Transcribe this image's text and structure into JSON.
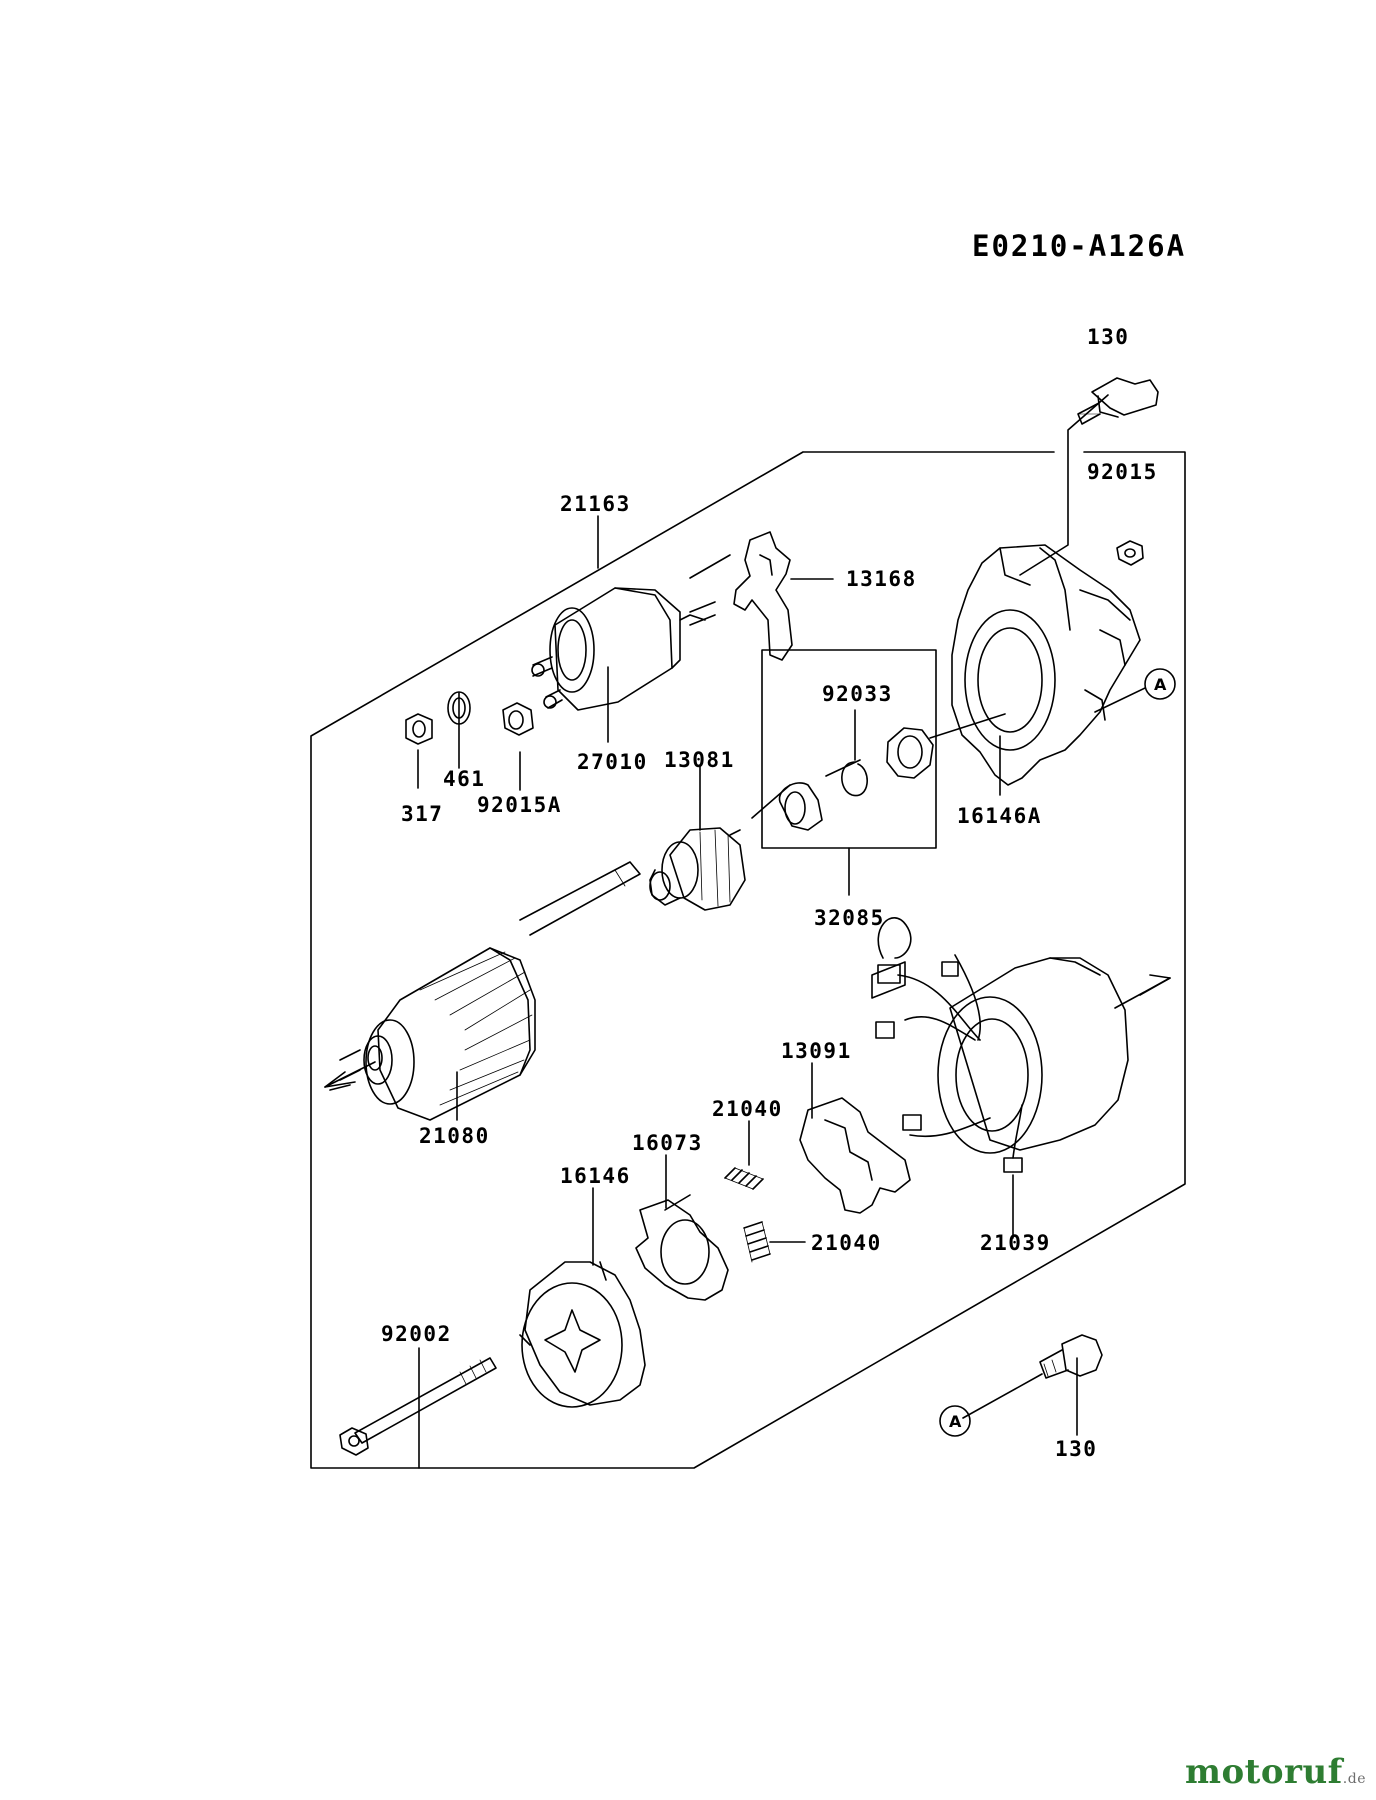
{
  "diagram_code": "E0210-A126A",
  "labels": {
    "p130_top": "130",
    "p92015": "92015",
    "p21163": "21163",
    "p13168": "13168",
    "p92033": "92033",
    "p27010": "27010",
    "p13081": "13081",
    "p461": "461",
    "p317": "317",
    "p92015A": "92015A",
    "p16146A": "16146A",
    "p32085": "32085",
    "p13091": "13091",
    "p21040_a": "21040",
    "p16073": "16073",
    "p16146": "16146",
    "p21080": "21080",
    "p21040_b": "21040",
    "p21039": "21039",
    "p92002": "92002",
    "p130_bottom": "130"
  },
  "ref_marks": {
    "a_top": "A",
    "a_bottom": "A"
  },
  "watermark": {
    "name": "motoruf",
    "tld": ".de"
  },
  "colors": {
    "line": "#000000",
    "brand": "#2e7d32"
  }
}
